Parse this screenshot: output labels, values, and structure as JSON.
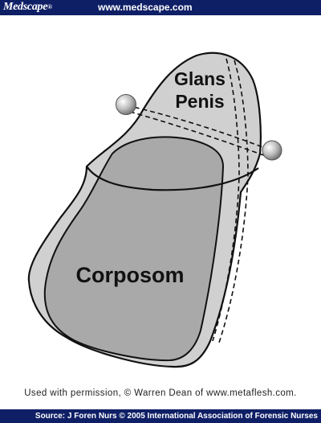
{
  "header": {
    "brand": "Medscape",
    "brand_mark": "®",
    "url": "www.medscape.com"
  },
  "diagram": {
    "labels": {
      "glans_line1": "Glans",
      "glans_line2": "Penis",
      "corpus": "Corposom"
    },
    "colors": {
      "outer_fill": "#d0d0d0",
      "inner_fill": "#a9a9a9",
      "outline": "#111111",
      "background": "#ffffff",
      "bar": "#0f1f66"
    }
  },
  "credit": "Used with permission, © Warren Dean of www.metaflesh.com.",
  "footer": {
    "source": "Source: J Foren Nurs © 2005 International Association of Forensic Nurses"
  }
}
